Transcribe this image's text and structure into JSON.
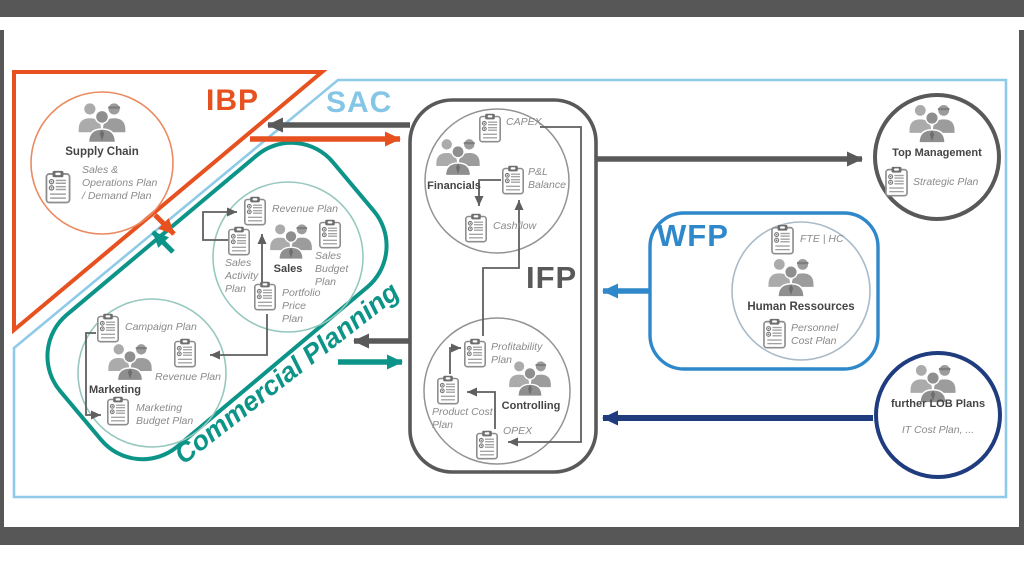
{
  "slide": {
    "regions": {
      "ibp_label": "IBP",
      "sac_label": "SAC",
      "ifp_label": "IFP",
      "wfp_label": "WFP",
      "commercial_label": "Commercial Planning"
    },
    "supply_chain": {
      "name": "Supply Chain",
      "plan_lines": [
        "Sales &",
        "Operations Plan",
        "/ Demand Plan"
      ]
    },
    "sales": {
      "name": "Sales",
      "revenue_plan": "Revenue Plan",
      "activity_plan_lines": [
        "Sales",
        "Activity",
        "Plan"
      ],
      "budget_plan_lines": [
        "Sales",
        "Budget",
        "Plan"
      ],
      "portfolio_plan_lines": [
        "Portfolio",
        "Price",
        "Plan"
      ]
    },
    "marketing": {
      "name": "Marketing",
      "campaign_plan": "Campaign Plan",
      "revenue_plan": "Revenue Plan",
      "budget_plan_lines": [
        "Marketing",
        "Budget Plan"
      ]
    },
    "financials": {
      "name": "Financials",
      "capex": "CAPEX",
      "pl_balance_lines": [
        "P&L",
        "Balance"
      ],
      "cashflow": "Cashflow"
    },
    "controlling": {
      "name": "Controlling",
      "profitability_lines": [
        "Profitability",
        "Plan"
      ],
      "product_cost_lines": [
        "Product Cost",
        "Plan"
      ],
      "opex": "OPEX"
    },
    "human_resources": {
      "name": "Human Ressources",
      "fte": "FTE | HC",
      "personnel_lines": [
        "Personnel",
        "Cost Plan"
      ]
    },
    "top_management": {
      "name": "Top Management",
      "plan": "Strategic Plan"
    },
    "further_lob": {
      "name": "further LOB Plans",
      "plan": "IT Cost Plan, ..."
    },
    "colors": {
      "orange": "#E6511F",
      "light_blue": "#8FCBE8",
      "teal": "#0D9488",
      "dark_gray": "#595959",
      "blue": "#2F88C9",
      "navy": "#1E3C7E"
    }
  }
}
